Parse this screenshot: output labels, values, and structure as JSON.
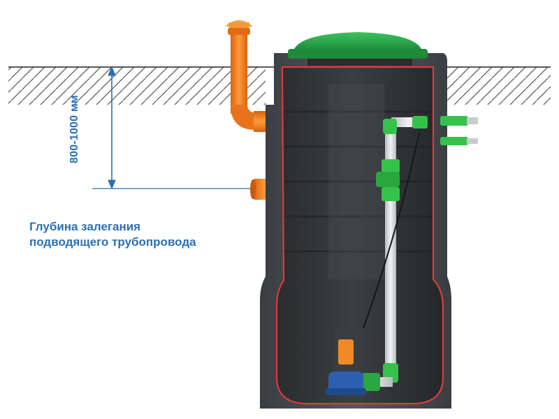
{
  "diagram": {
    "depth_label": "800-1000 мм",
    "caption_line_1": "Глубина залегания",
    "caption_line_2": "подводящего трубопровода",
    "colors": {
      "annotation": "#2b6fb6",
      "tank_body": "#4a4d52",
      "tank_interior": "#2c2e31",
      "lid": "#2fa84f",
      "cut_edge": "#e03a3a",
      "orange_pipe": "#f07a1a",
      "riser_pipe": "#d8dadc",
      "fittings": "#35c24a",
      "pump": "#f08a24"
    }
  }
}
